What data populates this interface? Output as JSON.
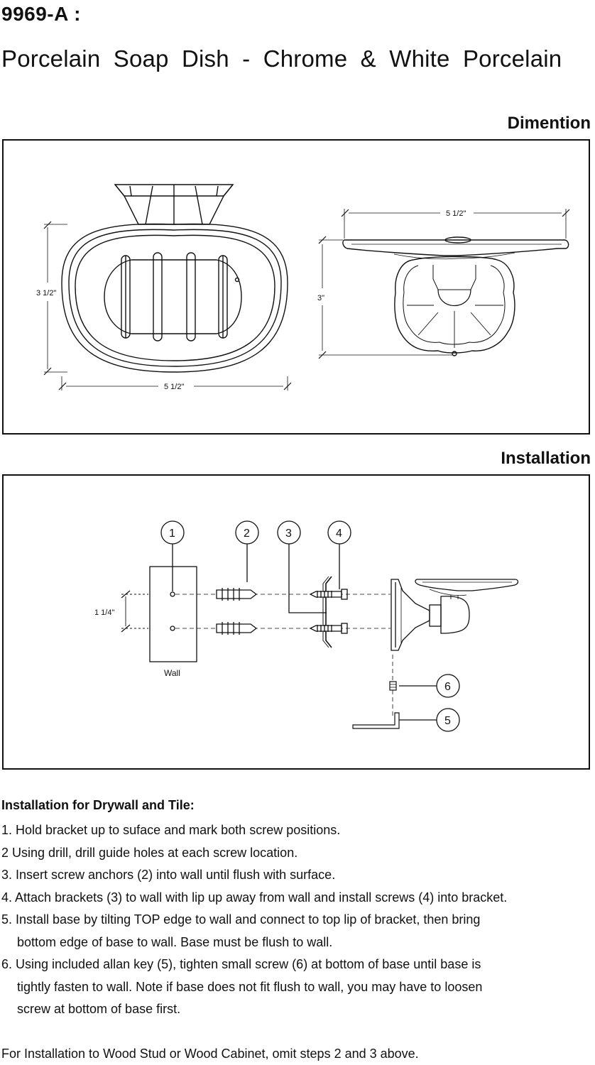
{
  "header": {
    "model": "9969-A :",
    "subtitle": "Porcelain Soap Dish - Chrome & White Porcelain"
  },
  "dimension_section": {
    "heading": "Dimention",
    "front_view": {
      "width_label": "5 1/2\"",
      "height_label": "3 1/2\""
    },
    "side_view": {
      "width_label": "5 1/2\"",
      "height_label": "3\""
    }
  },
  "installation_section": {
    "heading": "Installation",
    "wall_label": "Wall",
    "spacing_label": "1 1/4\"",
    "callouts": [
      "1",
      "2",
      "3",
      "4",
      "5",
      "6"
    ]
  },
  "instructions": {
    "title": "Installation for Drywall and Tile:",
    "steps": [
      {
        "line1": "1. Hold bracket up to suface and mark both screw positions.",
        "line2": "",
        "line3": ""
      },
      {
        "line1": "2  Using drill, drill guide holes at each screw location.",
        "line2": "",
        "line3": ""
      },
      {
        "line1": "3. Insert screw anchors (2) into wall until flush with surface.",
        "line2": "",
        "line3": ""
      },
      {
        "line1": "4. Attach brackets (3) to wall with lip up away from wall and install screws (4) into bracket.",
        "line2": "",
        "line3": ""
      },
      {
        "line1": "5. Install base by tilting TOP edge to wall and connect to top lip of bracket, then bring",
        "line2": "bottom edge of base to wall. Base must be flush to wall.",
        "line3": ""
      },
      {
        "line1": "6. Using included allan key (5), tighten small screw (6) at bottom of base until base is",
        "line2": "tightly fasten to wall. Note if base  does not fit flush to wall, you may have to loosen",
        "line3": "screw at bottom of base first."
      }
    ],
    "footer": "For Installation to Wood Stud or Wood Cabinet, omit steps 2 and 3 above."
  }
}
